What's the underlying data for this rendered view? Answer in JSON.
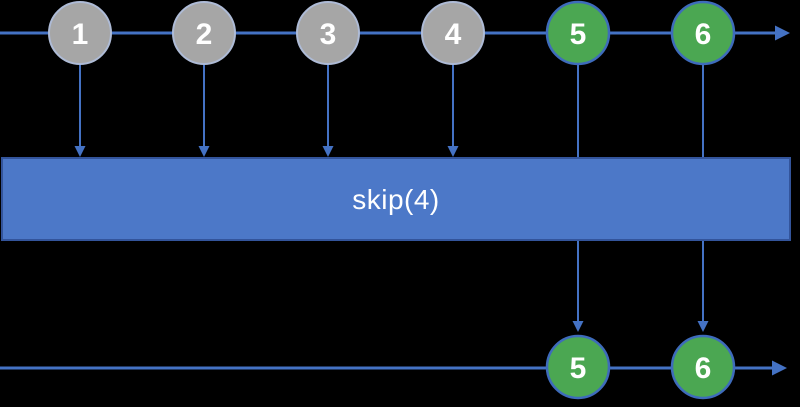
{
  "colors": {
    "background": "#000000",
    "line": "#4472C4",
    "box_fill": "#4C78C8",
    "box_border": "#33549B",
    "gray_fill": "#A6A6A6",
    "gray_border": "#AEBBD6",
    "green_fill": "#4BA752",
    "green_border": "#3E6BBB",
    "text": "#FFFFFF"
  },
  "operator": {
    "label": "skip(4)"
  },
  "streams": {
    "source": {
      "marbles": [
        {
          "value": "1",
          "color": "gray"
        },
        {
          "value": "2",
          "color": "gray"
        },
        {
          "value": "3",
          "color": "gray"
        },
        {
          "value": "4",
          "color": "gray"
        },
        {
          "value": "5",
          "color": "green"
        },
        {
          "value": "6",
          "color": "green"
        }
      ]
    },
    "output": {
      "marbles": [
        {
          "value": "5",
          "color": "green"
        },
        {
          "value": "6",
          "color": "green"
        }
      ]
    }
  }
}
